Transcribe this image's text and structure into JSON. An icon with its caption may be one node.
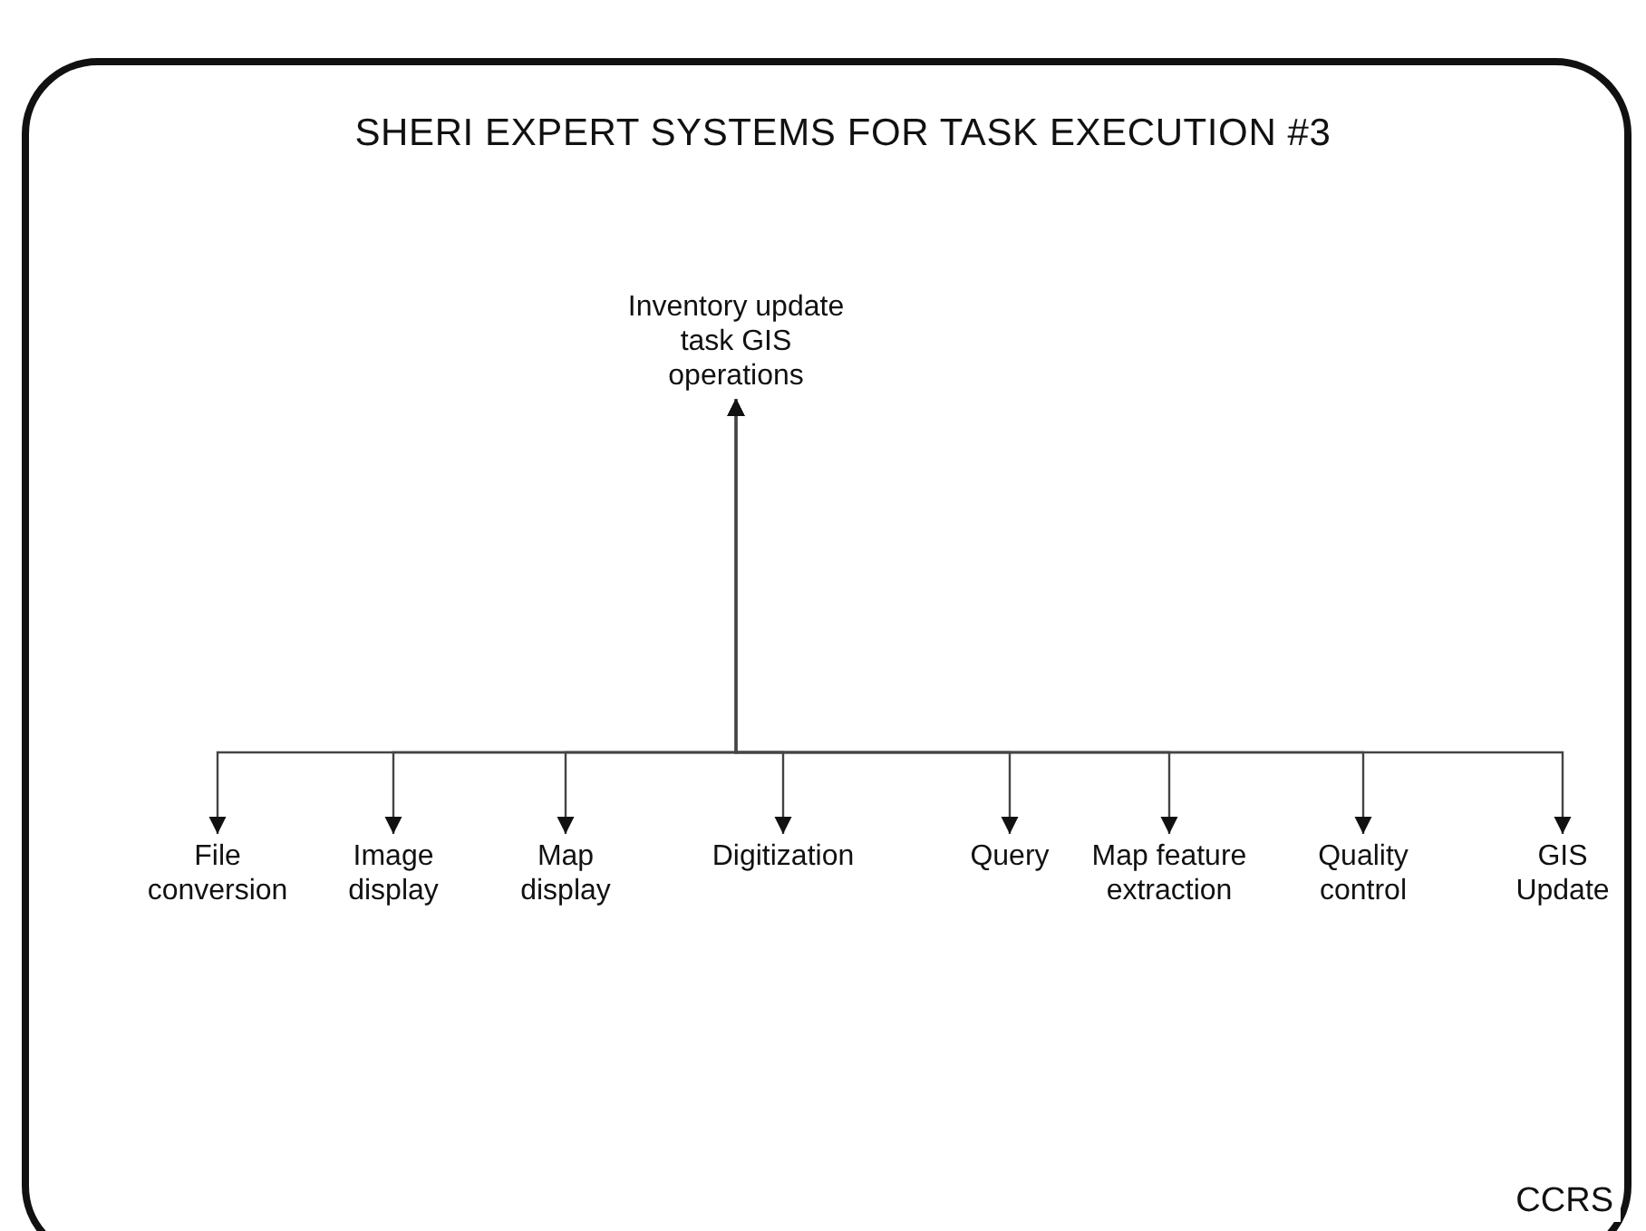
{
  "diagram": {
    "title": "SHERI EXPERT SYSTEMS FOR TASK EXECUTION #3",
    "nodes": [
      {
        "text": [
          "Inventory update task GIS operations"
        ]
      },
      {
        "text": [
          "File conversion"
        ]
      },
      {
        "text": [
          "Image display"
        ]
      },
      {
        "text": [
          "Map display"
        ]
      },
      {
        "text": [
          "Digitization"
        ]
      },
      {
        "text": [
          "Query"
        ]
      },
      {
        "text": [
          "Map feature extraction"
        ]
      },
      {
        "text": [
          "Quality control"
        ]
      },
      {
        "text": [
          "GIS Update"
        ]
      }
    ],
    "edges": [
      {
        "from": 0,
        "to": 1,
        "arrow": "both"
      },
      {
        "from": 0,
        "to": 2,
        "arrow": "both"
      },
      {
        "from": 0,
        "to": 3,
        "arrow": "both"
      },
      {
        "from": 0,
        "to": 4,
        "arrow": "both"
      },
      {
        "from": 0,
        "to": 5,
        "arrow": "both"
      },
      {
        "from": 0,
        "to": 6,
        "arrow": "both"
      },
      {
        "from": 0,
        "to": 7,
        "arrow": "both"
      },
      {
        "from": 0,
        "to": 8,
        "arrow": "both"
      }
    ],
    "labels": [
      "CCRS"
    ]
  }
}
